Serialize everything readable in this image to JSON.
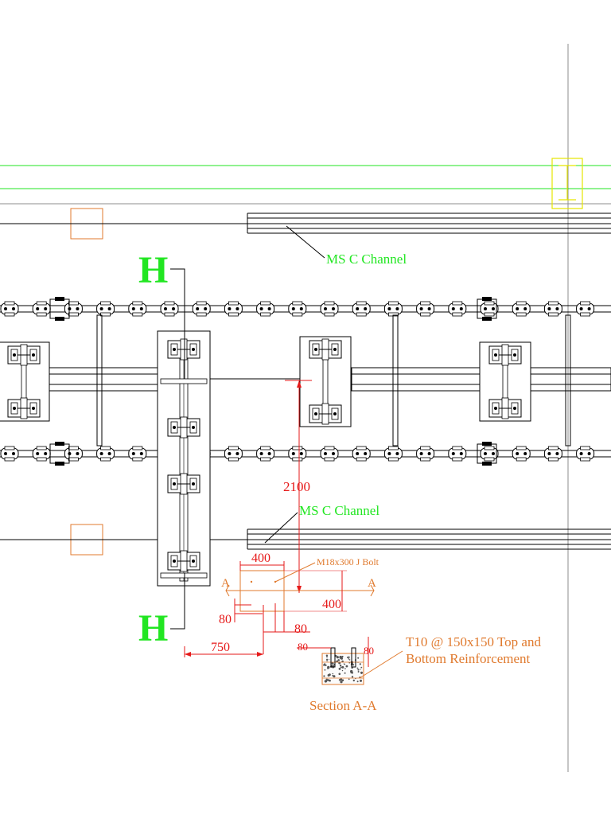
{
  "labels": {
    "ms_c_channel_top": "MS C Channel",
    "ms_c_channel_bottom": "MS C Channel",
    "section_marker_top": "H",
    "section_marker_bottom": "H",
    "dim_2100": "2100",
    "dim_400_top": "400",
    "dim_400_right": "400",
    "dim_80_left": "80",
    "dim_80_mid": "80",
    "dim_750": "750",
    "dim_80_section_a": "80",
    "dim_80_section_b": "80",
    "j_bolt": "M18x300 J Bolt",
    "section_a_left": "A",
    "section_a_right": "A",
    "reinforcement_line1": "T10 @ 150x150 Top and",
    "reinforcement_line2": "Bottom Reinforcement",
    "section_title": "Section A-A"
  },
  "colors": {
    "line": "#000000",
    "green": "#22e622",
    "red": "#e61919",
    "orange": "#e07a2e",
    "yellow": "#e6e600",
    "grey": "#8c8c8c"
  }
}
